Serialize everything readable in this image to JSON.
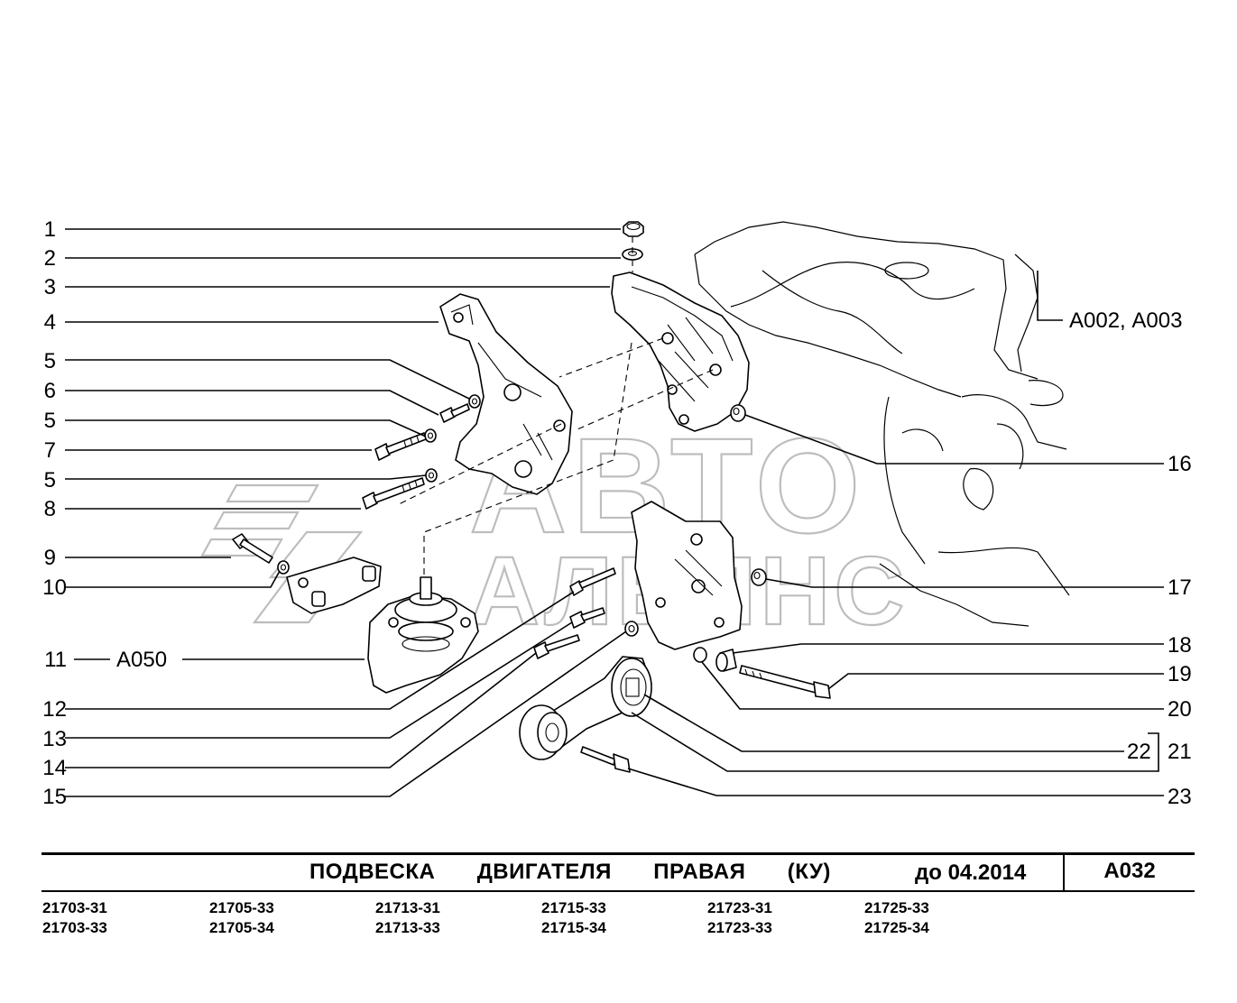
{
  "callouts_left": [
    "1",
    "2",
    "3",
    "4",
    "5",
    "6",
    "5",
    "7",
    "5",
    "8",
    "9",
    "10",
    "11",
    "12",
    "13",
    "14",
    "15"
  ],
  "callouts_right": [
    "16",
    "17",
    "18",
    "19",
    "20",
    "22",
    "21",
    "23"
  ],
  "refs": {
    "ref_a050": "А050",
    "ref_a002_a003": "А002, А003"
  },
  "watermark": {
    "line1": "АВТО",
    "line2": "АЛЬЯНС"
  },
  "footer": {
    "title": "ПОДВЕСКА  ДВИГАТЕЛЯ  ПРАВАЯ  (КУ)",
    "date": "до 04.2014",
    "code": "А032",
    "models": [
      [
        "21703-31",
        "21703-33"
      ],
      [
        "21705-33",
        "21705-34"
      ],
      [
        "21713-31",
        "21713-33"
      ],
      [
        "21715-33",
        "21715-34"
      ],
      [
        "21723-31",
        "21723-33"
      ],
      [
        "21725-33",
        "21725-34"
      ]
    ]
  }
}
